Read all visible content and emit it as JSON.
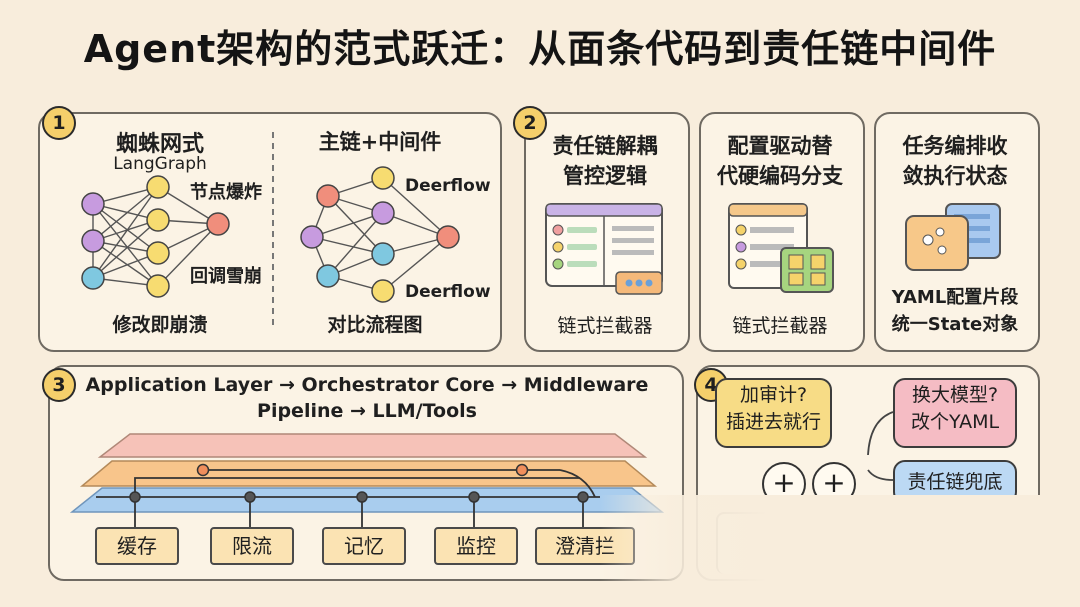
{
  "title": "Agent架构的范式跃迁：从面条代码到责任链中间件",
  "panel1": {
    "num": "1",
    "left": {
      "heading": "蜘蛛网式",
      "sub": "LangGraph",
      "label_top": "节点爆炸",
      "label_mid": "回调雪崩",
      "caption": "修改即崩溃"
    },
    "right": {
      "heading": "主链+中间件",
      "label_top": "Deerflow",
      "label_bottom": "Deerflow",
      "caption": "对比流程图"
    }
  },
  "panel2": {
    "num": "2",
    "heading_line1": "责任链解耦",
    "heading_line2": "管控逻辑",
    "caption": "链式拦截器"
  },
  "panel3": {
    "heading_line1": "配置驱动替",
    "heading_line2": "代硬编码分支",
    "caption": "链式拦截器"
  },
  "panel4": {
    "heading_line1": "任务编排收",
    "heading_line2": "敛执行状态",
    "caption_line1": "YAML配置片段",
    "caption_line2": "统一State对象"
  },
  "panel5": {
    "num": "3",
    "flow_line1": "Application Layer → Orchestrator Core → Middleware",
    "flow_line2": "Pipeline → LLM/Tools",
    "tags": [
      "缓存",
      "限流",
      "记忆",
      "监控",
      "澄清拦"
    ]
  },
  "panel6": {
    "num": "4",
    "bubble_left_line1": "加审计?",
    "bubble_left_line2": "插进去就行",
    "bubble_right_line1": "换大模型?",
    "bubble_right_line2": "改个YAML",
    "bubble_bottom": "责任链兜底",
    "plus": "+"
  }
}
